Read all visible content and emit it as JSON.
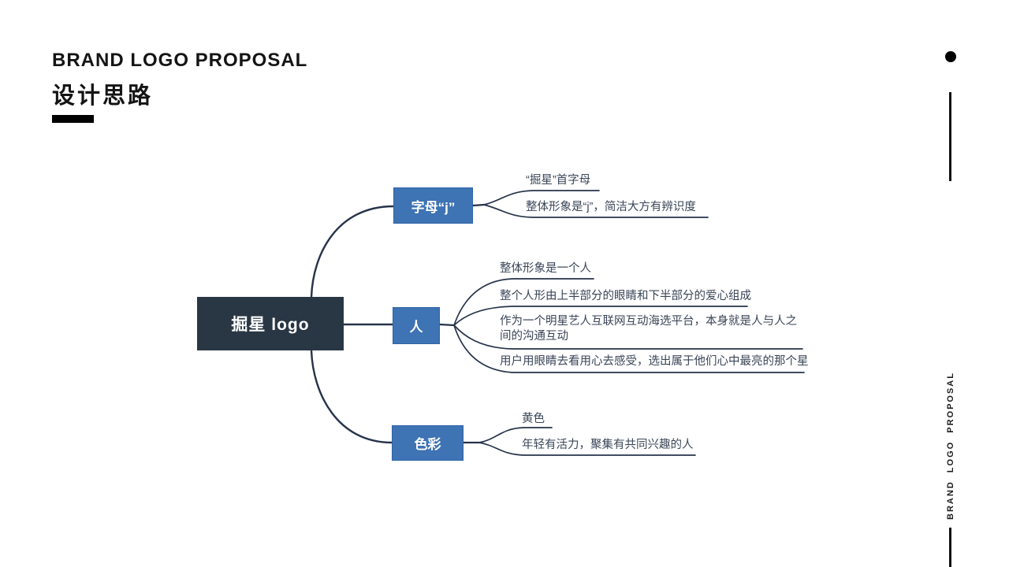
{
  "header": {
    "title_en": "BRAND LOGO PROPOSAL",
    "title_cn": "设计思路"
  },
  "sidebar": {
    "vertical_label": "BRAND LOGO PROPOSAL"
  },
  "colors": {
    "root_fill": "#293745",
    "branch_fill": "#3e73b4",
    "line": "#26334a",
    "text_dark": "#141414",
    "leaf_text": "#3a4557"
  },
  "mindmap": {
    "root": {
      "label": "掘星 logo"
    },
    "branches": [
      {
        "label": "字母“j”",
        "leaves": [
          "“掘星”首字母",
          "整体形象是“j”，简洁大方有辨识度"
        ]
      },
      {
        "label": "人",
        "leaves": [
          "整体形象是一个人",
          "整个人形由上半部分的眼睛和下半部分的爱心组成",
          "作为一个明星艺人互联网互动海选平台，本身就是人与人之间的沟通互动",
          "用户用眼睛去看用心去感受，选出属于他们心中最亮的那个星"
        ]
      },
      {
        "label": "色彩",
        "leaves": [
          "黄色",
          "年轻有活力，聚集有共同兴趣的人"
        ]
      }
    ]
  }
}
